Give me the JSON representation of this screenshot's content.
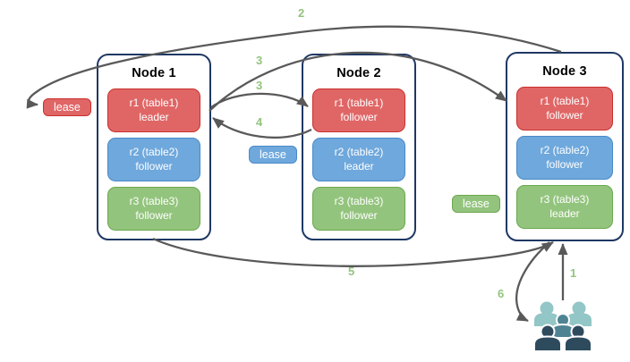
{
  "nodes": [
    {
      "title": "Node 1",
      "replicas": [
        {
          "name": "r1 (table1)",
          "role": "leader",
          "color": "red"
        },
        {
          "name": "r2 (table2)",
          "role": "follower",
          "color": "blue"
        },
        {
          "name": "r3 (table3)",
          "role": "follower",
          "color": "green"
        }
      ]
    },
    {
      "title": "Node 2",
      "replicas": [
        {
          "name": "r1 (table1)",
          "role": "follower",
          "color": "red"
        },
        {
          "name": "r2 (table2)",
          "role": "leader",
          "color": "blue"
        },
        {
          "name": "r3 (table3)",
          "role": "follower",
          "color": "green"
        }
      ]
    },
    {
      "title": "Node 3",
      "replicas": [
        {
          "name": "r1 (table1)",
          "role": "follower",
          "color": "red"
        },
        {
          "name": "r2 (table2)",
          "role": "follower",
          "color": "blue"
        },
        {
          "name": "r3 (table3)",
          "role": "leader",
          "color": "green"
        }
      ]
    }
  ],
  "leases": [
    {
      "label": "lease",
      "color": "red"
    },
    {
      "label": "lease",
      "color": "blue"
    },
    {
      "label": "lease",
      "color": "green"
    }
  ],
  "steps": [
    {
      "label": "2"
    },
    {
      "label": "3"
    },
    {
      "label": "3"
    },
    {
      "label": "4"
    },
    {
      "label": "5"
    },
    {
      "label": "1"
    },
    {
      "label": "6"
    }
  ],
  "edges": [
    {
      "step": "2",
      "from": "Node 3 top",
      "to": "red lease badge"
    },
    {
      "step": "3",
      "from": "Node 1 r1 leader",
      "to": "Node 3 r1 follower"
    },
    {
      "step": "3",
      "from": "Node 1 r1 leader",
      "to": "Node 2 r1 follower"
    },
    {
      "step": "4",
      "from": "Node 2 r1 follower",
      "to": "Node 1 r1 leader"
    },
    {
      "step": "5",
      "from": "Node 1 bottom",
      "to": "Node 3 bottom"
    },
    {
      "step": "1",
      "from": "clients",
      "to": "Node 3 bottom"
    },
    {
      "step": "6",
      "from": "Node 3 bottom",
      "to": "clients"
    }
  ],
  "icons": {
    "clients": "users-group-icon"
  },
  "colors": {
    "node_border": "#1F3864",
    "red_fill": "#E06666",
    "red_border": "#C9302C",
    "blue_fill": "#6FA8DC",
    "blue_border": "#4A89C8",
    "green_fill": "#93C47D",
    "green_border": "#6AA84F",
    "arrow": "#595959",
    "step": "#93C47D",
    "people_light": "#93C6C6",
    "people_medium": "#4E8394",
    "people_dark": "#2E4B5E"
  }
}
